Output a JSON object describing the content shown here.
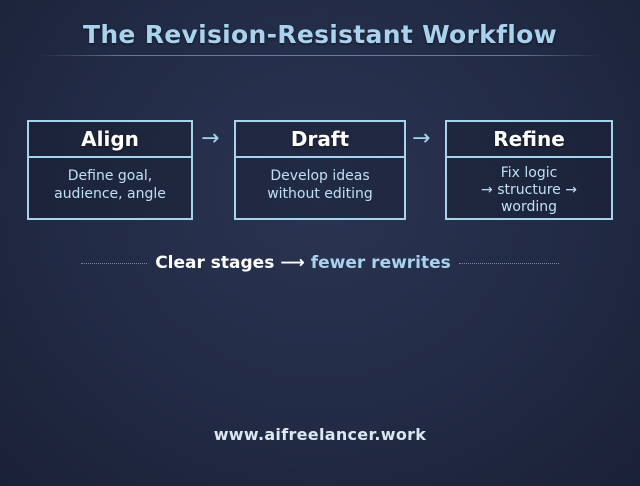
{
  "title": "The Revision-Resistant Workflow",
  "stages": [
    {
      "label": "Align",
      "description": [
        "Define goal,",
        "audience, angle"
      ]
    },
    {
      "label": "Draft",
      "description": [
        "Develop ideas",
        "without editing"
      ]
    },
    {
      "label": "Refine",
      "description": [
        "Fix logic",
        "→ structure →",
        "wording"
      ]
    }
  ],
  "connector_arrow": "→",
  "tagline": {
    "left": "Clear stages",
    "arrow": "⟶",
    "right": "fewer rewrites"
  },
  "footer": "www.aifreelancer.work",
  "colors": {
    "background": "#222b45",
    "accent": "#a9d2ee",
    "box_border": "#a6d3ee",
    "heading": "#ffffff"
  }
}
